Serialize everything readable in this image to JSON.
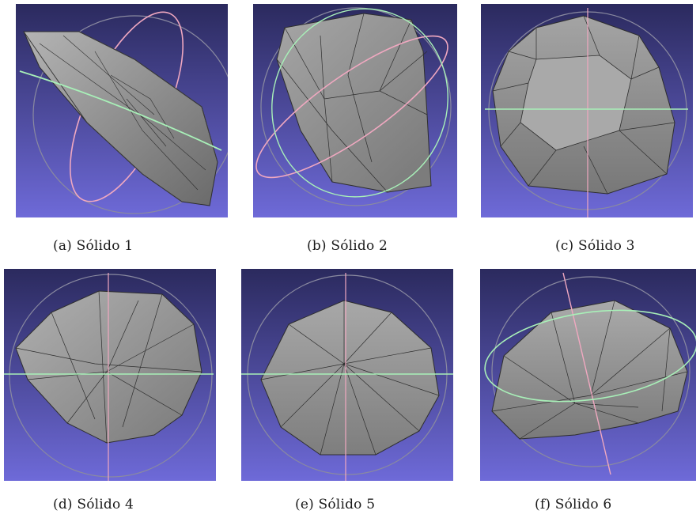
{
  "figure": {
    "panels": [
      {
        "caption": "(a) Sólido 1"
      },
      {
        "caption": "(b) Sólido 2"
      },
      {
        "caption": "(c) Sólido 3"
      },
      {
        "caption": "(d) Sólido 4"
      },
      {
        "caption": "(e) Sólido 5"
      },
      {
        "caption": "(f) Sólido 6"
      }
    ]
  },
  "colors": {
    "background_top": "#2b2a5e",
    "background_bottom": "#6e6ad8",
    "mesh_face": "#9c9c9c",
    "mesh_dark": "#4a4a4a",
    "mesh_line": "#2e2e2e",
    "axis_green": "#a8f0b8",
    "axis_pink": "#f0a8c0",
    "trackball_gray": "#8a8aa0"
  }
}
